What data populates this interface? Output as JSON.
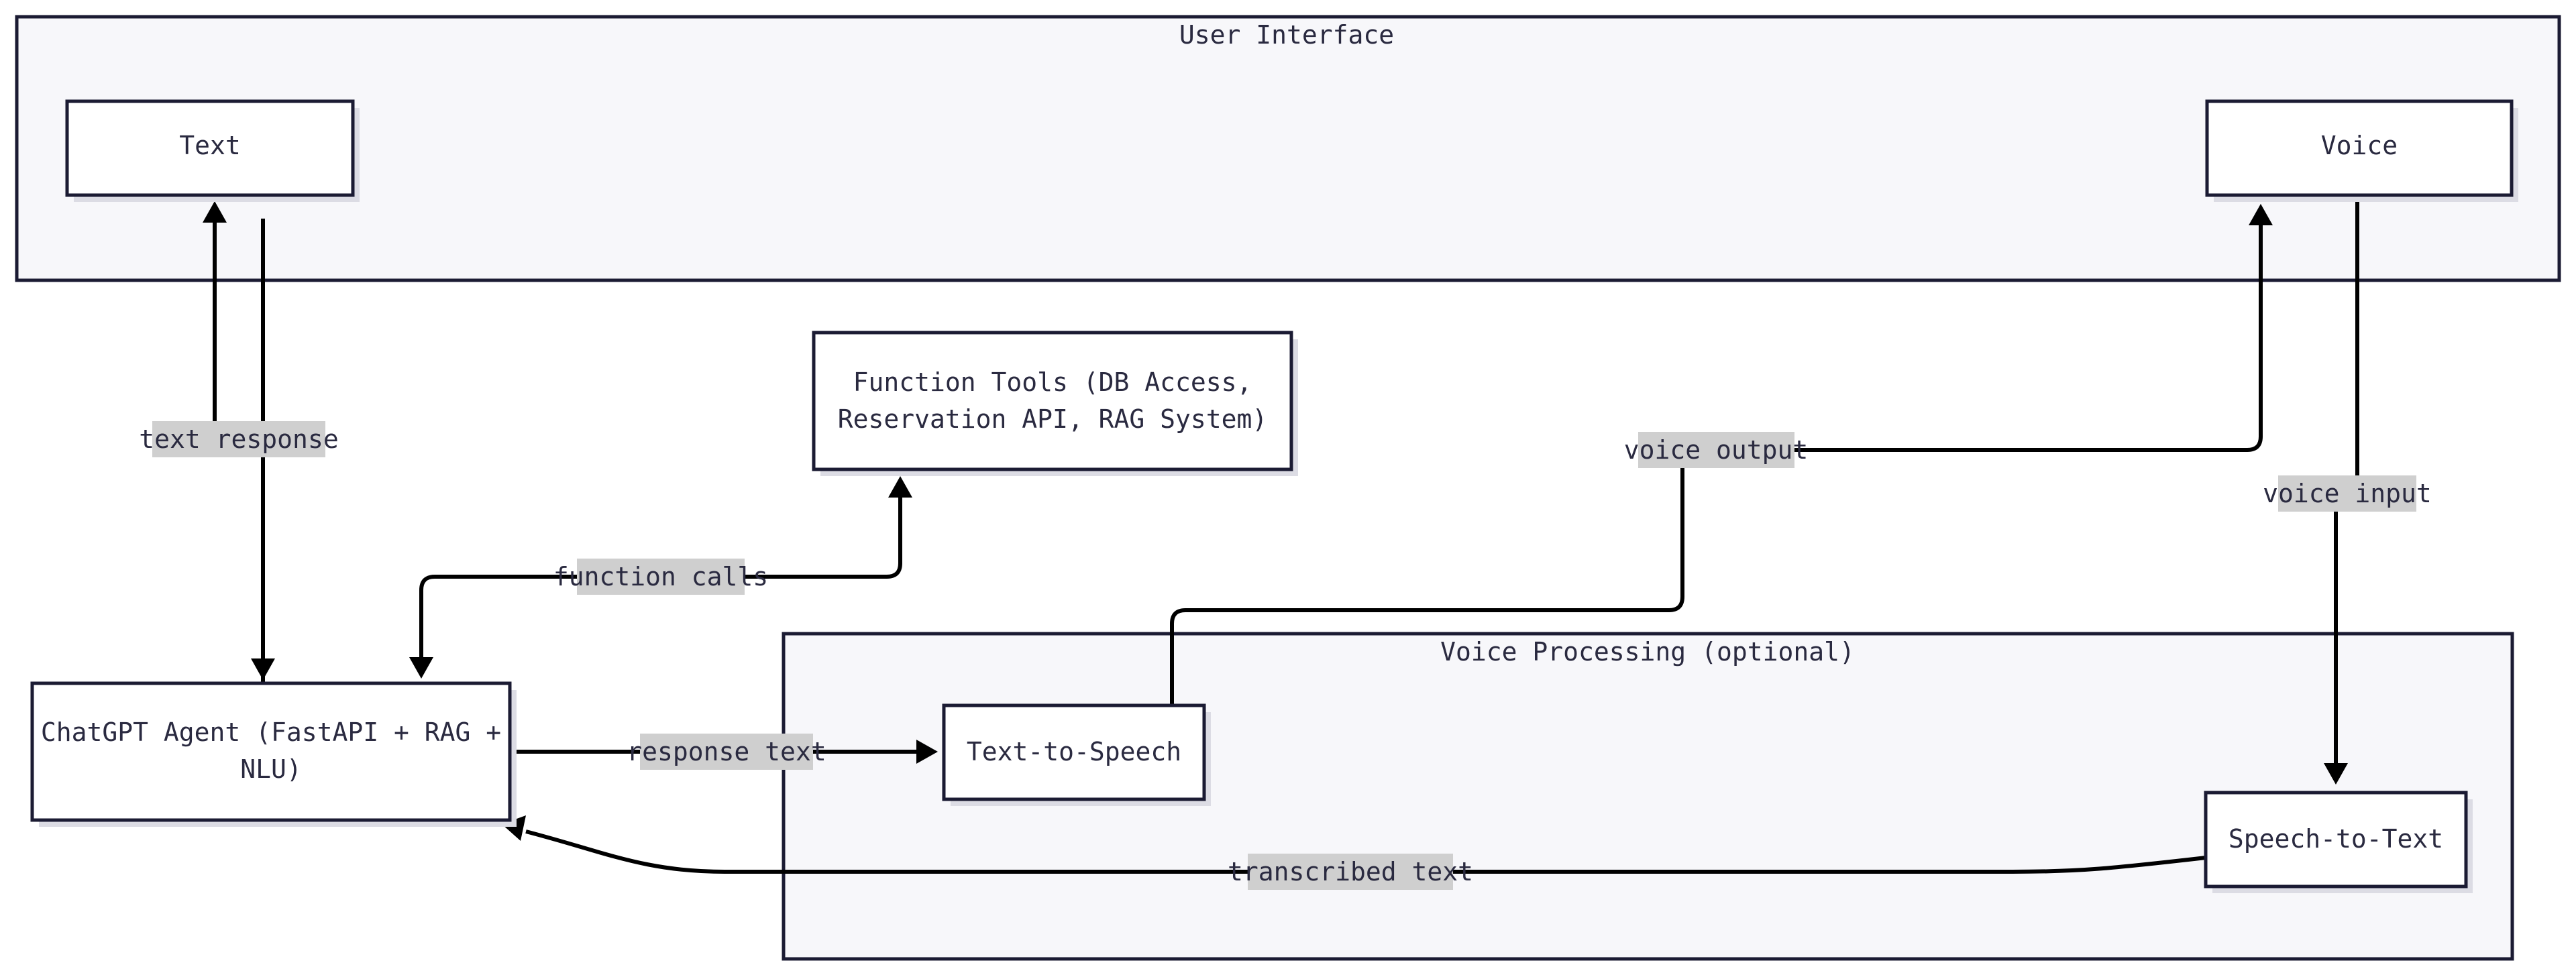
{
  "clusters": {
    "user_interface": {
      "title": "User Interface"
    },
    "voice_processing": {
      "title": "Voice Processing (optional)"
    }
  },
  "nodes": {
    "text": {
      "lines": [
        "Text"
      ]
    },
    "voice": {
      "lines": [
        "Voice"
      ]
    },
    "function_tools": {
      "lines": [
        "Function Tools (DB Access,",
        "Reservation API, RAG System)"
      ]
    },
    "chatgpt_agent": {
      "lines": [
        "ChatGPT Agent (FastAPI + RAG +",
        "NLU)"
      ]
    },
    "text_to_speech": {
      "lines": [
        "Text-to-Speech"
      ]
    },
    "speech_to_text": {
      "lines": [
        "Speech-to-Text"
      ]
    }
  },
  "edges": {
    "text_response": {
      "label": "text response"
    },
    "function_calls": {
      "label": "function calls"
    },
    "voice_output": {
      "label": "voice output"
    },
    "voice_input": {
      "label": "voice input"
    },
    "response_text": {
      "label": "response text"
    },
    "transcribed_text": {
      "label": "transcribed text"
    }
  }
}
